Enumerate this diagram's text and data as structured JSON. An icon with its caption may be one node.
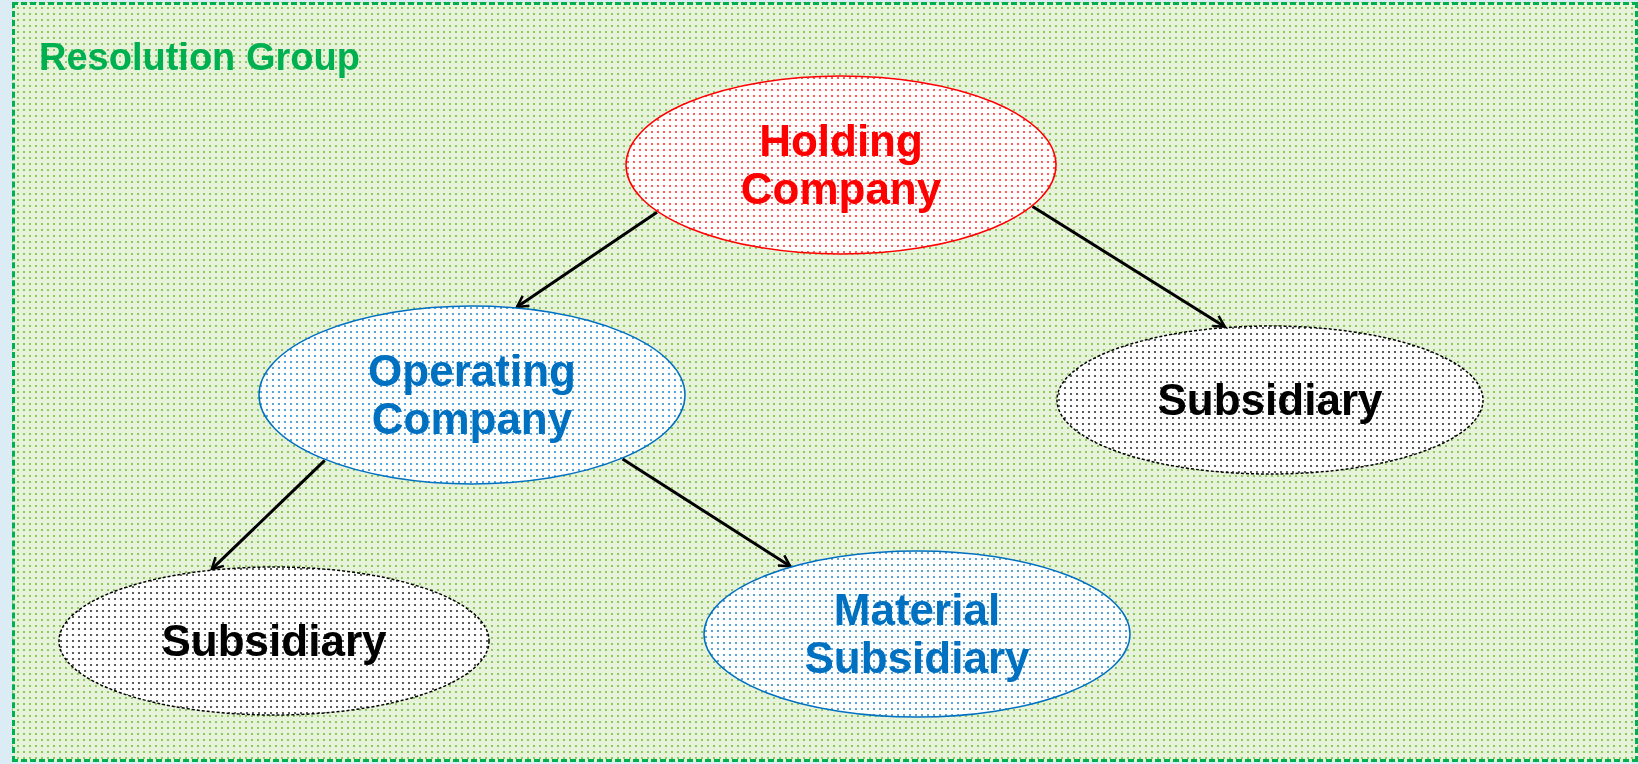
{
  "diagram": {
    "nodes": [
      {
        "text": [
          "Resolution Group"
        ]
      },
      {
        "text": [
          "Holding Company"
        ],
        "in": 0
      },
      {
        "text": [
          "Operating Company"
        ],
        "in": 0
      },
      {
        "text": [
          "Subsidiary"
        ],
        "in": 0
      },
      {
        "text": [
          "Subsidiary"
        ],
        "in": 0
      },
      {
        "text": [
          "Material Subsidiary"
        ],
        "in": 0
      }
    ],
    "edges": [
      {
        "from": 1,
        "to": 2,
        "arrow": "to"
      },
      {
        "from": 1,
        "to": 3,
        "arrow": "to"
      },
      {
        "from": 2,
        "to": 4,
        "arrow": "to"
      },
      {
        "from": 2,
        "to": 5,
        "arrow": "to"
      }
    ]
  }
}
